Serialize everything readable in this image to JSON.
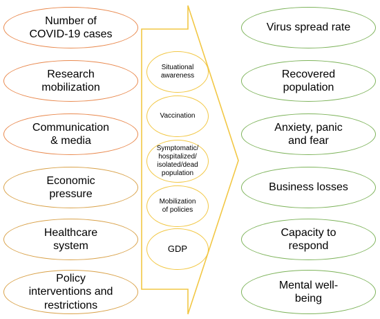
{
  "colors": {
    "left_border": "#E9894E",
    "left_border_gold": "#D9A24A",
    "middle_border": "#F2C744",
    "arrow_outline": "#F2C744",
    "right_border": "#7DB35A"
  },
  "left": {
    "items": [
      {
        "label": "Number of\nCOVID-19 cases"
      },
      {
        "label": "Research\nmobilization"
      },
      {
        "label": "Communication\n& media"
      },
      {
        "label": "Economic\npressure"
      },
      {
        "label": "Healthcare\nsystem"
      },
      {
        "label": "Policy\ninterventions and\nrestrictions"
      }
    ]
  },
  "middle": {
    "items": [
      {
        "label": "Situational\nawareness"
      },
      {
        "label": "Vaccination"
      },
      {
        "label": "Symptomatic/\nhospitalized/\nisolated/dead\npopulation"
      },
      {
        "label": "Mobilization\nof policies"
      },
      {
        "label": "GDP"
      }
    ]
  },
  "right": {
    "items": [
      {
        "label": "Virus spread rate"
      },
      {
        "label": "Recovered\npopulation"
      },
      {
        "label": "Anxiety, panic\nand fear"
      },
      {
        "label": "Business losses"
      },
      {
        "label": "Capacity to\nrespond"
      },
      {
        "label": "Mental well-\nbeing"
      }
    ]
  }
}
